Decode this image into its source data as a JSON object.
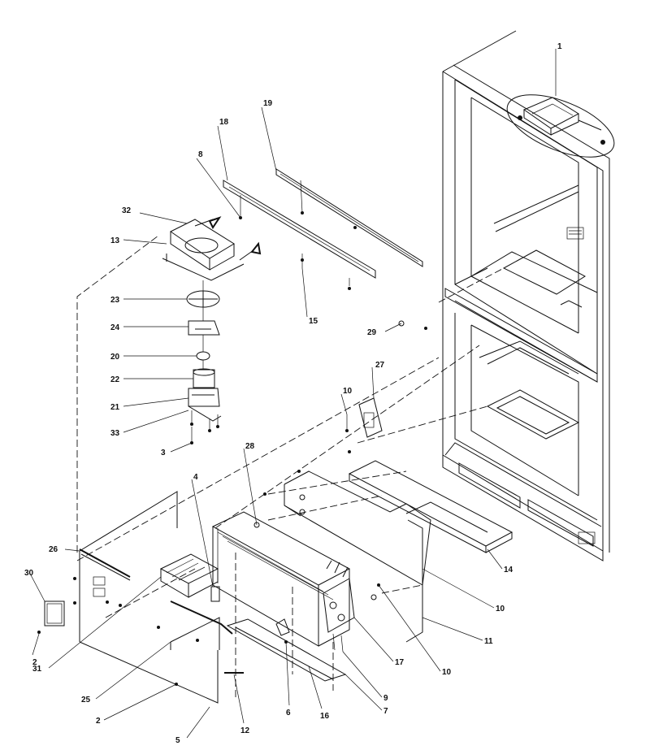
{
  "diagram": {
    "colors": {
      "ink": "#111111",
      "paper": "#ffffff"
    },
    "labels": [
      {
        "id": "p1",
        "text": "1"
      },
      {
        "id": "p19",
        "text": "19"
      },
      {
        "id": "p18",
        "text": "18"
      },
      {
        "id": "p8",
        "text": "8"
      },
      {
        "id": "p32",
        "text": "32"
      },
      {
        "id": "p13",
        "text": "13"
      },
      {
        "id": "p23",
        "text": "23"
      },
      {
        "id": "p15",
        "text": "15"
      },
      {
        "id": "p24",
        "text": "24"
      },
      {
        "id": "p29",
        "text": "29"
      },
      {
        "id": "p20",
        "text": "20"
      },
      {
        "id": "p22",
        "text": "22"
      },
      {
        "id": "p27",
        "text": "27"
      },
      {
        "id": "p21",
        "text": "21"
      },
      {
        "id": "p10a",
        "text": "10"
      },
      {
        "id": "p33",
        "text": "33"
      },
      {
        "id": "p3",
        "text": "3"
      },
      {
        "id": "p28",
        "text": "28"
      },
      {
        "id": "p4",
        "text": "4"
      },
      {
        "id": "p26",
        "text": "26"
      },
      {
        "id": "p30",
        "text": "30"
      },
      {
        "id": "p14",
        "text": "14"
      },
      {
        "id": "p10b",
        "text": "10"
      },
      {
        "id": "p11",
        "text": "11"
      },
      {
        "id": "p10c",
        "text": "10"
      },
      {
        "id": "p2a",
        "text": "2"
      },
      {
        "id": "p31",
        "text": "31"
      },
      {
        "id": "p17",
        "text": "17"
      },
      {
        "id": "p9",
        "text": "9"
      },
      {
        "id": "p7",
        "text": "7"
      },
      {
        "id": "p25",
        "text": "25"
      },
      {
        "id": "p6",
        "text": "6"
      },
      {
        "id": "p16",
        "text": "16"
      },
      {
        "id": "p2b",
        "text": "2"
      },
      {
        "id": "p12",
        "text": "12"
      },
      {
        "id": "p5",
        "text": "5"
      }
    ]
  }
}
